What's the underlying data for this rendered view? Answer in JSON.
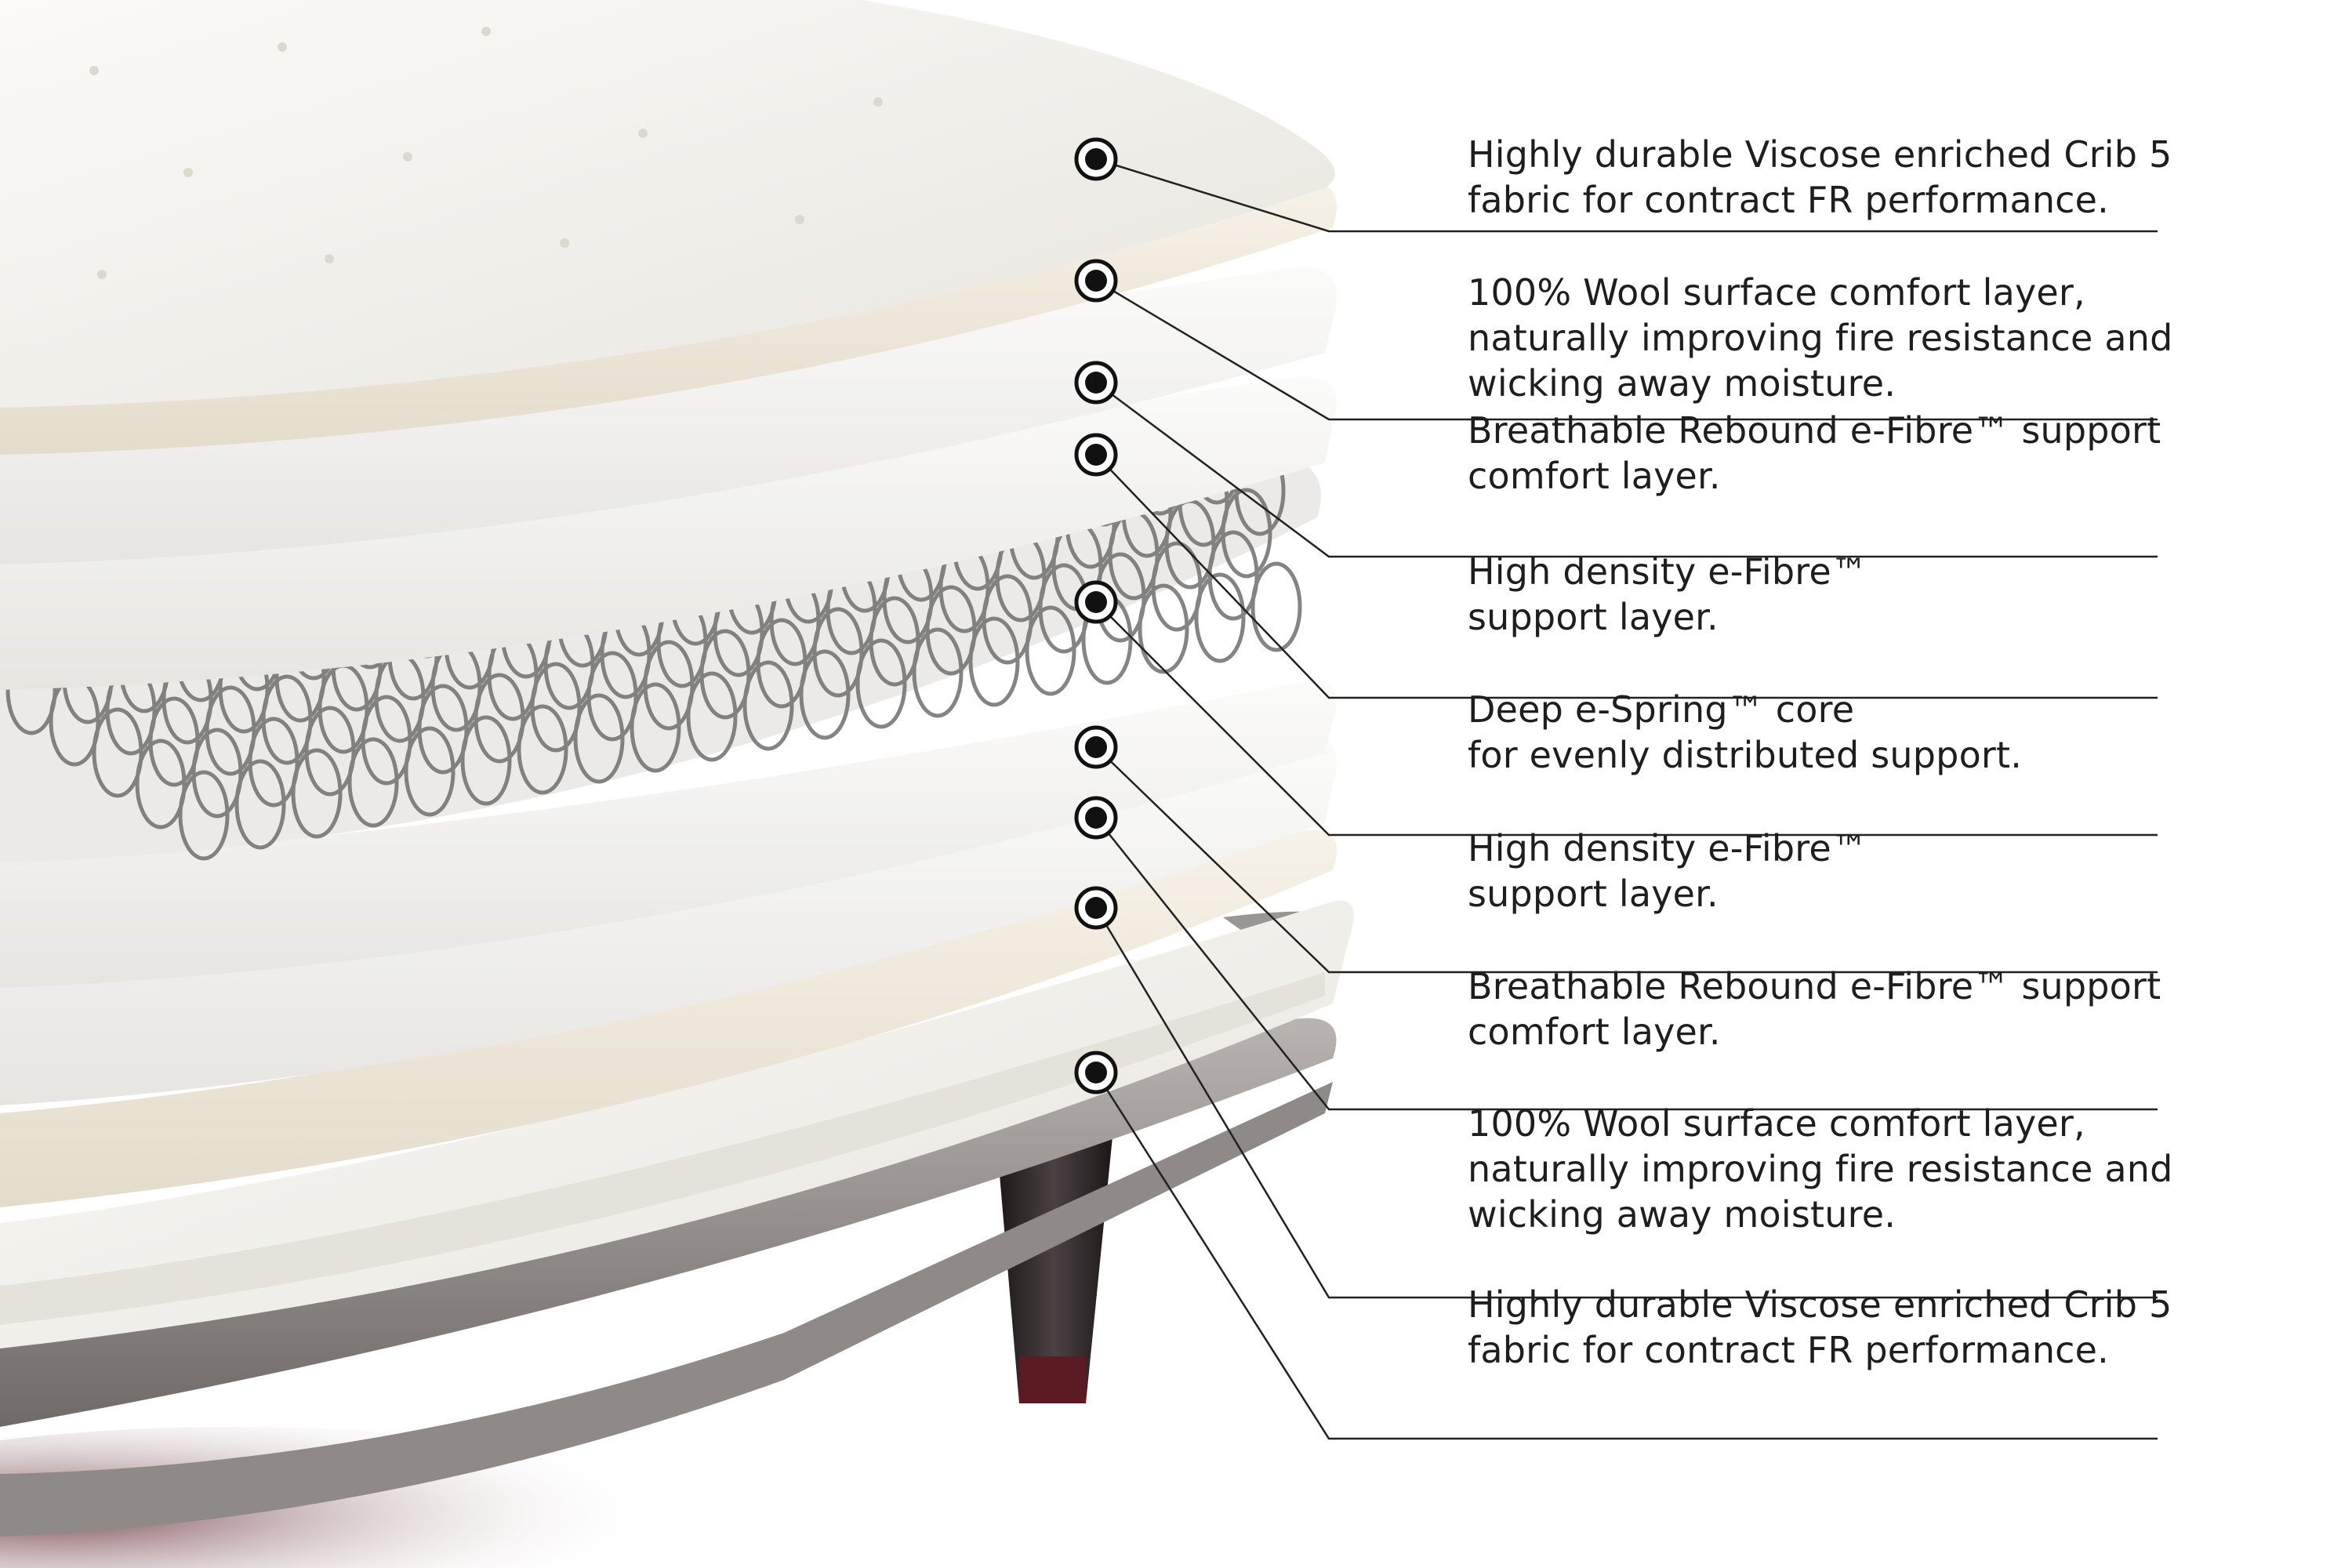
{
  "callouts": [
    {
      "lines": [
        "Highly durable Viscose enriched Crib 5",
        "fabric for contract FR performance."
      ]
    },
    {
      "lines": [
        "100% Wool surface comfort layer,",
        "naturally improving fire resistance and",
        "wicking away moisture."
      ]
    },
    {
      "lines": [
        "Breathable Rebound e-Fibre™ support",
        "comfort layer."
      ]
    },
    {
      "lines": [
        "High density e-Fibre™",
        "support layer."
      ]
    },
    {
      "lines": [
        "Deep e-Spring™ core",
        "for evenly distributed support."
      ]
    },
    {
      "lines": [
        "High density e-Fibre™",
        "support layer."
      ]
    },
    {
      "lines": [
        "Breathable Rebound e-Fibre™ support",
        "comfort layer."
      ]
    },
    {
      "lines": [
        "100% Wool surface comfort layer,",
        "naturally improving fire resistance and",
        "wicking away moisture."
      ]
    },
    {
      "lines": [
        "Highly durable Viscose enriched Crib 5",
        "fabric for contract FR performance."
      ]
    }
  ],
  "colors": {
    "text": "#1e1e1e",
    "leader": "#222222",
    "fabric": "#f3f1ec",
    "wool": "#efe8da",
    "fibre": "#f1f0ee",
    "spring": "#6f6f6f",
    "frame": "#8d8885",
    "leg": "#2a2224",
    "floor_shadow": "#4a1e24"
  },
  "icons": {
    "marker": "target-dot-icon"
  }
}
